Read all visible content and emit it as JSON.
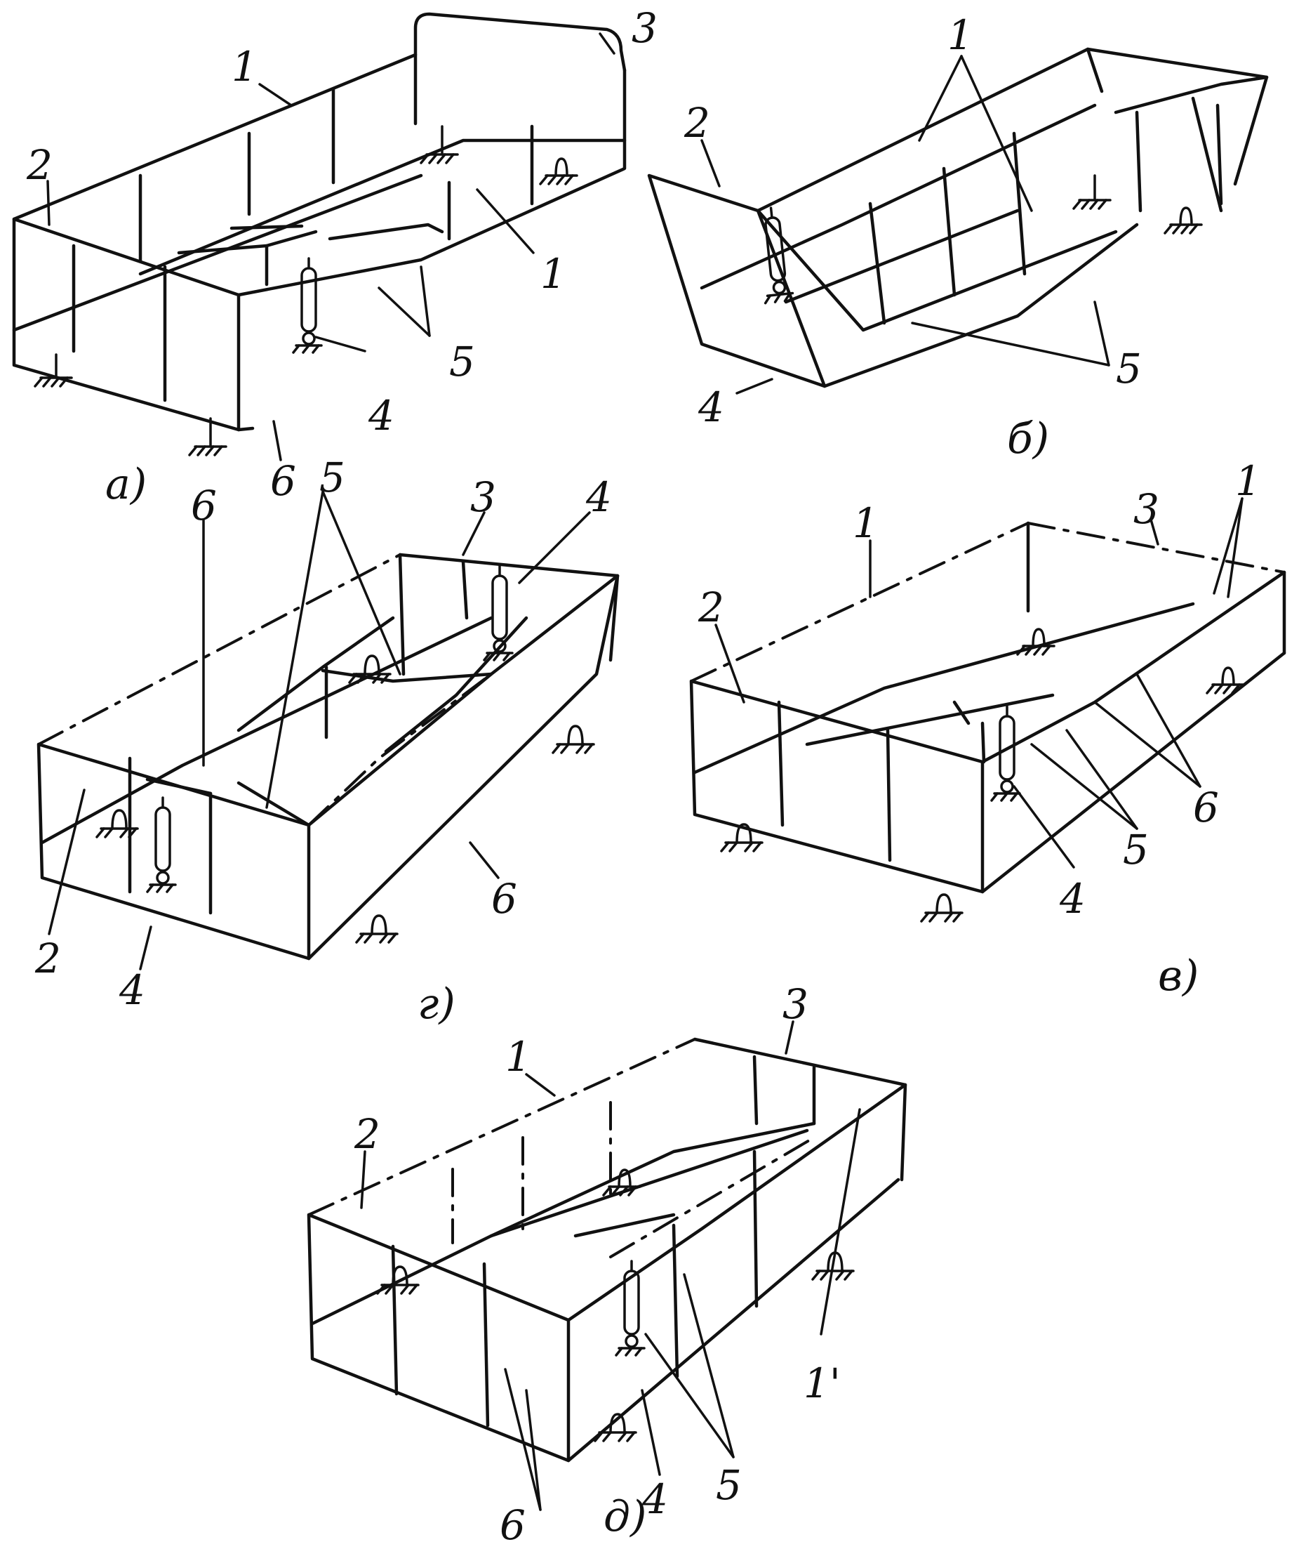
{
  "labels": {
    "one": "1",
    "two": "2",
    "three": "3",
    "four": "4",
    "five": "5",
    "six": "6",
    "one_prime": "1'"
  },
  "captions": {
    "a": "а)",
    "b": "б)",
    "v": "в)",
    "g": "г)",
    "d": "д)"
  },
  "colors": {
    "ink": "#111111",
    "paper": "#ffffff"
  }
}
